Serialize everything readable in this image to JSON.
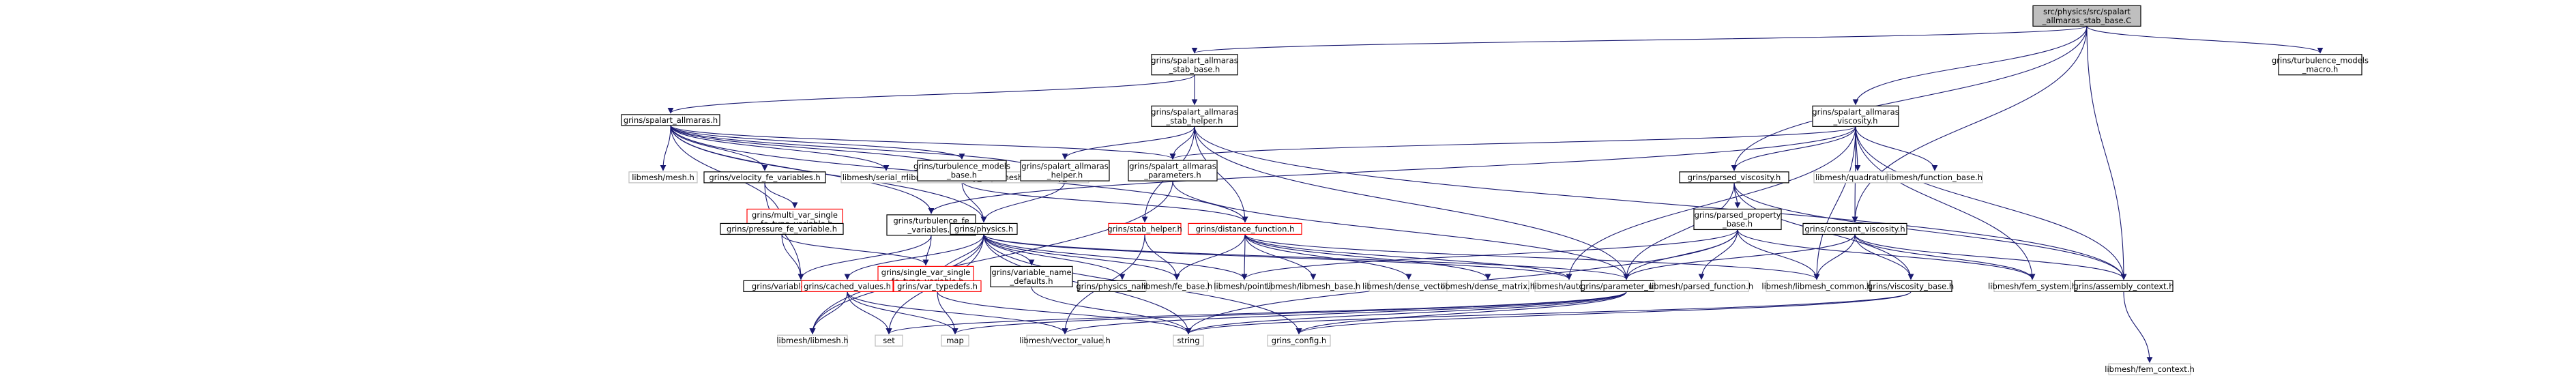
{
  "colors": {
    "node_fill": "#ffffff",
    "node_border_default": "#000000",
    "node_border_external": "#bfbfbf",
    "node_border_incomplete": "#ff0000",
    "root_fill": "#bfbfbf",
    "edge_color": "#191970",
    "edge_gray": "#c0c0c0"
  },
  "nodes": [
    {
      "id": "root",
      "lines": [
        "src/physics/src/spalart",
        "_allmaras_stab_base.C"
      ],
      "style": "root"
    },
    {
      "id": "stab_base",
      "lines": [
        "grins/spalart_allmaras",
        "_stab_base.h"
      ],
      "style": "default"
    },
    {
      "id": "turb_macro",
      "lines": [
        "grins/turbulence_models",
        "_macro.h"
      ],
      "style": "default"
    },
    {
      "id": "spalart",
      "lines": [
        "grins/spalart_allmaras.h"
      ],
      "style": "default"
    },
    {
      "id": "stab_helper_h",
      "lines": [
        "grins/spalart_allmaras",
        "_stab_helper.h"
      ],
      "style": "default"
    },
    {
      "id": "sa_viscosity",
      "lines": [
        "grins/spalart_allmaras",
        "_viscosity.h"
      ],
      "style": "default"
    },
    {
      "id": "mesh",
      "lines": [
        "libmesh/mesh.h"
      ],
      "style": "external"
    },
    {
      "id": "vel_fe",
      "lines": [
        "grins/velocity_fe_variables.h"
      ],
      "style": "default"
    },
    {
      "id": "serial_mesh",
      "lines": [
        "libmesh/serial_mesh.h"
      ],
      "style": "external"
    },
    {
      "id": "boundary_mesh",
      "lines": [
        "libmesh/boundary_mesh.h"
      ],
      "style": "external"
    },
    {
      "id": "boundary_info",
      "lines": [
        "libmesh/boundary_info.h"
      ],
      "style": "external"
    },
    {
      "id": "turb_models_base",
      "lines": [
        "grins/turbulence_models",
        "_base.h"
      ],
      "style": "default"
    },
    {
      "id": "sa_helper",
      "lines": [
        "grins/spalart_allmaras",
        "_helper.h"
      ],
      "style": "default"
    },
    {
      "id": "sa_params",
      "lines": [
        "grins/spalart_allmaras",
        "_parameters.h"
      ],
      "style": "default"
    },
    {
      "id": "parsed_visc",
      "lines": [
        "grins/parsed_viscosity.h"
      ],
      "style": "default"
    },
    {
      "id": "quadrature",
      "lines": [
        "libmesh/quadrature.h"
      ],
      "style": "external"
    },
    {
      "id": "function_base",
      "lines": [
        "libmesh/function_base.h"
      ],
      "style": "external"
    },
    {
      "id": "multi_var",
      "lines": [
        "grins/multi_var_single",
        "_fe_type_variable.h"
      ],
      "style": "incomplete"
    },
    {
      "id": "pressure_fe",
      "lines": [
        "grins/pressure_fe_variable.h"
      ],
      "style": "default"
    },
    {
      "id": "turb_fe",
      "lines": [
        "grins/turbulence_fe",
        "_variables.h"
      ],
      "style": "default"
    },
    {
      "id": "physics",
      "lines": [
        "grins/physics.h"
      ],
      "style": "default"
    },
    {
      "id": "stab_helper",
      "lines": [
        "grins/stab_helper.h"
      ],
      "style": "incomplete"
    },
    {
      "id": "dist_func",
      "lines": [
        "grins/distance_function.h"
      ],
      "style": "incomplete"
    },
    {
      "id": "parsed_prop",
      "lines": [
        "grins/parsed_property",
        "_base.h"
      ],
      "style": "default"
    },
    {
      "id": "const_visc",
      "lines": [
        "grins/constant_viscosity.h"
      ],
      "style": "default"
    },
    {
      "id": "var_parsing",
      "lines": [
        "grins/variables_parsing.h"
      ],
      "style": "default"
    },
    {
      "id": "single_var",
      "lines": [
        "grins/single_var_single",
        "_fe_type_variable.h"
      ],
      "style": "incomplete"
    },
    {
      "id": "cached_values",
      "lines": [
        "grins/cached_values.h"
      ],
      "style": "incomplete"
    },
    {
      "id": "var_typedefs",
      "lines": [
        "grins/var_typedefs.h"
      ],
      "style": "incomplete"
    },
    {
      "id": "var_name_defaults",
      "lines": [
        "grins/variable_name",
        "_defaults.h"
      ],
      "style": "default"
    },
    {
      "id": "physics_naming",
      "lines": [
        "grins/physics_naming.h"
      ],
      "style": "default"
    },
    {
      "id": "fe_base",
      "lines": [
        "libmesh/fe_base.h"
      ],
      "style": "external"
    },
    {
      "id": "point",
      "lines": [
        "libmesh/point.h"
      ],
      "style": "external"
    },
    {
      "id": "libmesh_base",
      "lines": [
        "libmesh/libmesh_base.h"
      ],
      "style": "external"
    },
    {
      "id": "dense_vector",
      "lines": [
        "libmesh/dense_vector.h"
      ],
      "style": "external"
    },
    {
      "id": "dense_matrix",
      "lines": [
        "libmesh/dense_matrix.h"
      ],
      "style": "external"
    },
    {
      "id": "auto_ptr",
      "lines": [
        "libmesh/auto_ptr.h"
      ],
      "style": "external"
    },
    {
      "id": "param_user",
      "lines": [
        "grins/parameter_user.h"
      ],
      "style": "default"
    },
    {
      "id": "parsed_function",
      "lines": [
        "libmesh/parsed_function.h"
      ],
      "style": "external"
    },
    {
      "id": "libmesh_common",
      "lines": [
        "libmesh/libmesh_common.h"
      ],
      "style": "external"
    },
    {
      "id": "visc_base",
      "lines": [
        "grins/viscosity_base.h"
      ],
      "style": "default"
    },
    {
      "id": "fem_system",
      "lines": [
        "libmesh/fem_system.h"
      ],
      "style": "external"
    },
    {
      "id": "assembly_ctx",
      "lines": [
        "grins/assembly_context.h"
      ],
      "style": "default"
    },
    {
      "id": "libmesh_h",
      "lines": [
        "libmesh/libmesh.h"
      ],
      "style": "external"
    },
    {
      "id": "set",
      "lines": [
        "set"
      ],
      "style": "external"
    },
    {
      "id": "map",
      "lines": [
        "map"
      ],
      "style": "external"
    },
    {
      "id": "vector_value",
      "lines": [
        "libmesh/vector_value.h"
      ],
      "style": "external"
    },
    {
      "id": "string",
      "lines": [
        "string"
      ],
      "style": "external"
    },
    {
      "id": "grins_config",
      "lines": [
        "grins_config.h"
      ],
      "style": "external"
    },
    {
      "id": "fem_context",
      "lines": [
        "libmesh/fem_context.h"
      ],
      "style": "external"
    }
  ]
}
